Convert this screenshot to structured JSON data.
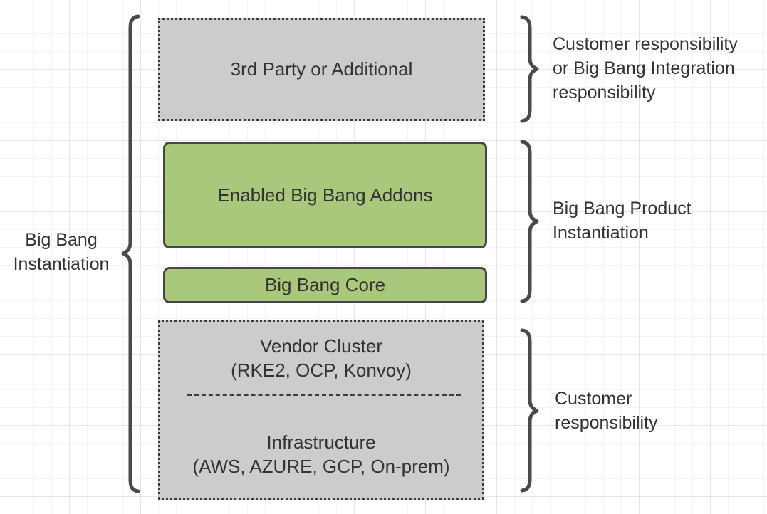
{
  "diagram": {
    "title_context": "Big Bang Instantiation responsibility diagram",
    "left_group": {
      "label_line1": "Big Bang",
      "label_line2": "Instantiation"
    },
    "boxes": {
      "third_party": {
        "label": "3rd Party or Additional",
        "style": "dotted-gray"
      },
      "addons": {
        "label": "Enabled Big Bang Addons",
        "style": "green"
      },
      "core": {
        "label": "Big Bang Core",
        "style": "green"
      },
      "platform": {
        "style": "dotted-gray",
        "cluster_line1": "Vendor Cluster",
        "cluster_line2": "(RKE2, OCP, Konvoy)",
        "infra_line1": "Infrastructure",
        "infra_line2": "(AWS, AZURE, GCP, On-prem)"
      }
    },
    "right_labels": {
      "top": {
        "line1": "Customer responsibility",
        "line2": "or Big Bang Integration",
        "line3": "responsibility"
      },
      "middle": {
        "line1": "Big Bang Product",
        "line2": "Instantiation"
      },
      "bottom": {
        "line1": "Customer",
        "line2": "responsibility"
      }
    },
    "colors": {
      "green_fill": "#a9c87c",
      "green_border": "#474747",
      "gray_fill": "#cccccc",
      "dotted_border": "#3a3a3a",
      "brace_stroke": "#4a4a4a",
      "text": "#333333",
      "grid_minor": "#f4f4f4",
      "grid_major": "#e6e6e6"
    }
  }
}
